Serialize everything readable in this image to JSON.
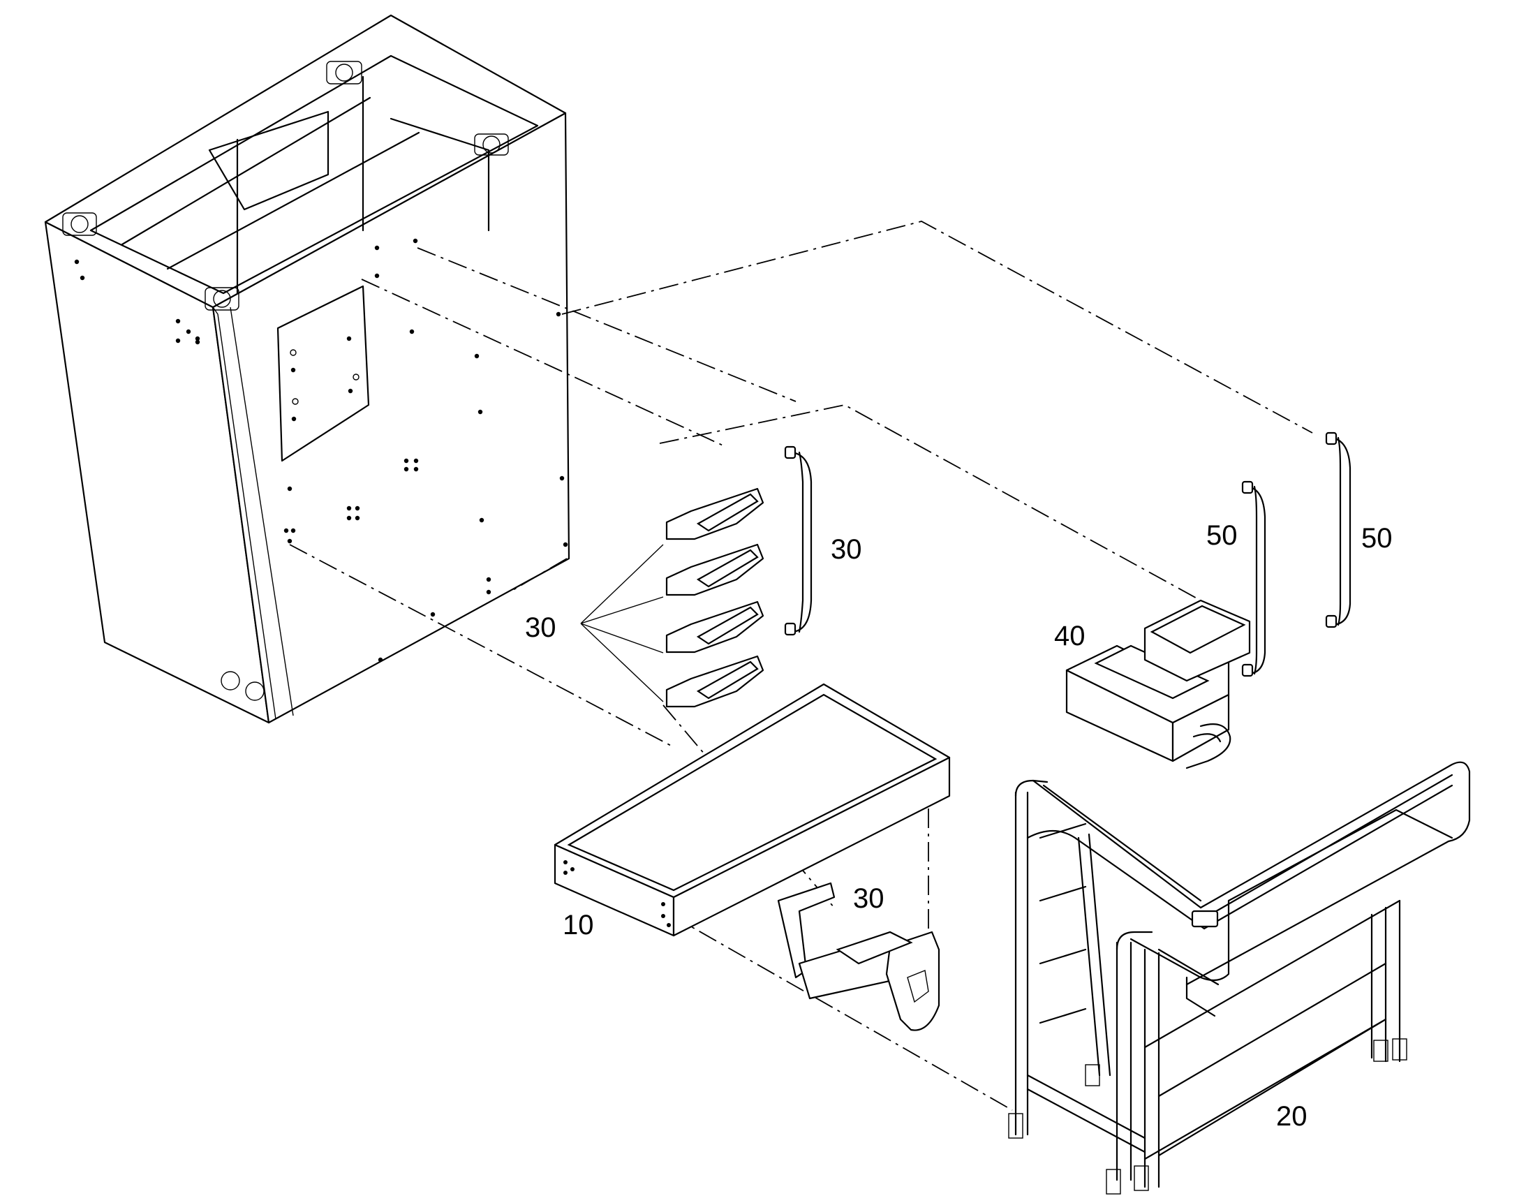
{
  "callouts": {
    "handrails_left": "30",
    "steps_group": "30",
    "upper_step": "30",
    "platform": "10",
    "step_module": "40",
    "handrail_mid": "50",
    "handrail_right": "50",
    "railing": "20"
  },
  "colors": {
    "line": "#000000",
    "background": "#ffffff"
  }
}
